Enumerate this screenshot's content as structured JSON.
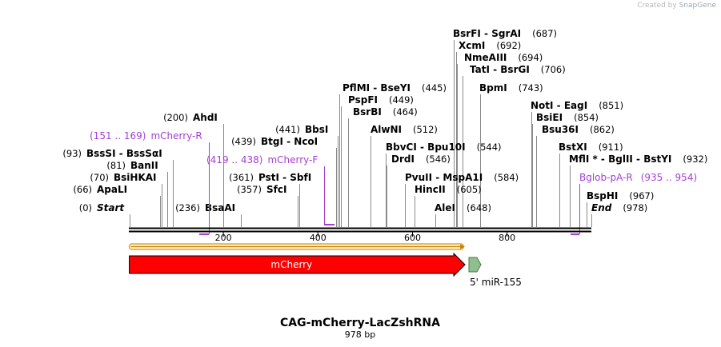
{
  "credit": {
    "prefix": "Created by",
    "brand": "SnapGene"
  },
  "sequence": {
    "name": "CAG-mCherry-LacZshRNA",
    "length_label": "978 bp",
    "length": 978
  },
  "scale": {
    "ticks": [
      200,
      400,
      600,
      800
    ]
  },
  "sites": [
    {
      "name": "Start",
      "position": "(0)",
      "bp": 0,
      "style": "italic"
    },
    {
      "name": "ApaLI",
      "position": "(66)",
      "bp": 66
    },
    {
      "name": "BsiHKAI",
      "position": "(70)",
      "bp": 70
    },
    {
      "name": "BanII",
      "position": "(81)",
      "bp": 81
    },
    {
      "name": "BssSI  - BssSαI",
      "position": "(93)",
      "bp": 93
    },
    {
      "name": "AhdI",
      "position": "(200)",
      "bp": 200
    },
    {
      "name": "BsaAI",
      "position": "(236)",
      "bp": 236
    },
    {
      "name": "SfcI",
      "position": "(357)",
      "bp": 357
    },
    {
      "name": "PstI  - SbfI",
      "position": "(361)",
      "bp": 361
    },
    {
      "name": "BtgI  - NcoI",
      "position": "(439)",
      "bp": 439
    },
    {
      "name": "BbsI",
      "position": "(441)",
      "bp": 441
    },
    {
      "name": "BsrBI",
      "position": "(464)",
      "bp": 464
    },
    {
      "name": "PspFI",
      "position": "(449)",
      "bp": 449
    },
    {
      "name": "PflMI  - BseYI",
      "position": "(445)",
      "bp": 445
    },
    {
      "name": "AlwNI",
      "position": "(512)",
      "bp": 512
    },
    {
      "name": "DrdI",
      "position": "(546)",
      "bp": 546
    },
    {
      "name": "BbvCI  - Bpu10I",
      "position": "(544)",
      "bp": 544
    },
    {
      "name": "PvuII  - MspA1I",
      "position": "(584)",
      "bp": 584
    },
    {
      "name": "HincII",
      "position": "(605)",
      "bp": 605
    },
    {
      "name": "AleI",
      "position": "(648)",
      "bp": 648
    },
    {
      "name": "BsrFI  - SgrAI",
      "position": "(687)",
      "bp": 687
    },
    {
      "name": "XcmI",
      "position": "(692)",
      "bp": 692
    },
    {
      "name": "NmeAIII",
      "position": "(694)",
      "bp": 694
    },
    {
      "name": "TatI  - BsrGI",
      "position": "(706)",
      "bp": 706
    },
    {
      "name": "BpmI",
      "position": "(743)",
      "bp": 743
    },
    {
      "name": "NotI  - EagI",
      "position": "(851)",
      "bp": 851
    },
    {
      "name": "BsiEI",
      "position": "(854)",
      "bp": 854
    },
    {
      "name": "Bsu36I",
      "position": "(862)",
      "bp": 862
    },
    {
      "name": "BstXI",
      "position": "(911)",
      "bp": 911
    },
    {
      "name": "MflI *  - BglII  - BstYI",
      "position": "(932)",
      "bp": 932
    },
    {
      "name": "BspHI",
      "position": "(967)",
      "bp": 967
    },
    {
      "name": "End",
      "position": "(978)",
      "bp": 978,
      "style": "italic"
    }
  ],
  "primers": [
    {
      "name": "mCherry-R",
      "range": "(151 .. 169)",
      "start": 151,
      "end": 169,
      "strand": "reverse"
    },
    {
      "name": "mCherry-F",
      "range": "(419 .. 438)",
      "start": 419,
      "end": 438,
      "strand": "forward"
    },
    {
      "name": "Bglob-pA-R",
      "range": "(935 .. 954)",
      "start": 935,
      "end": 954,
      "strand": "reverse"
    }
  ],
  "orf": {
    "start": 1,
    "end": 711
  },
  "features": [
    {
      "name": "mCherry",
      "start": 1,
      "end": 711,
      "color": "#ff0000",
      "label_inside": true
    },
    {
      "name": "5' miR-155",
      "start": 719,
      "end": 742,
      "color": "#8fbf8f",
      "label_inside": false
    }
  ],
  "colors": {
    "primer": "#a43fd1",
    "orf_fill": "#fff1c2",
    "orf_border": "#e6a23c",
    "orf_arrow": "#b8860b"
  }
}
